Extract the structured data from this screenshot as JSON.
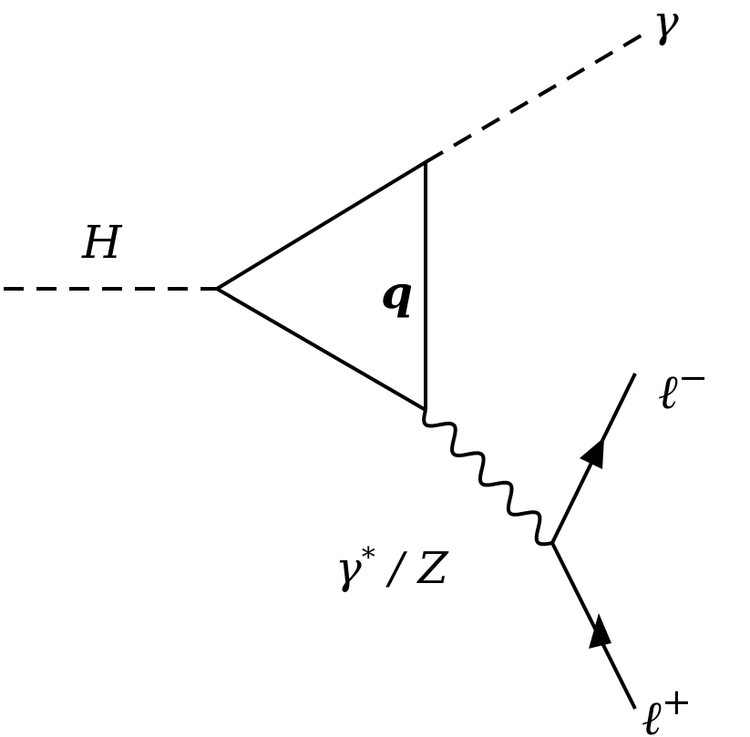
{
  "labels": {
    "higgs": "H",
    "quark_loop": "q",
    "photon_out": "γ",
    "mediator_gamma": "γ",
    "mediator_star": "*",
    "mediator_rest": " / Z",
    "electron_letter": "ℓ",
    "electron_sign": "−",
    "positron_letter": "ℓ",
    "positron_sign": "+"
  }
}
